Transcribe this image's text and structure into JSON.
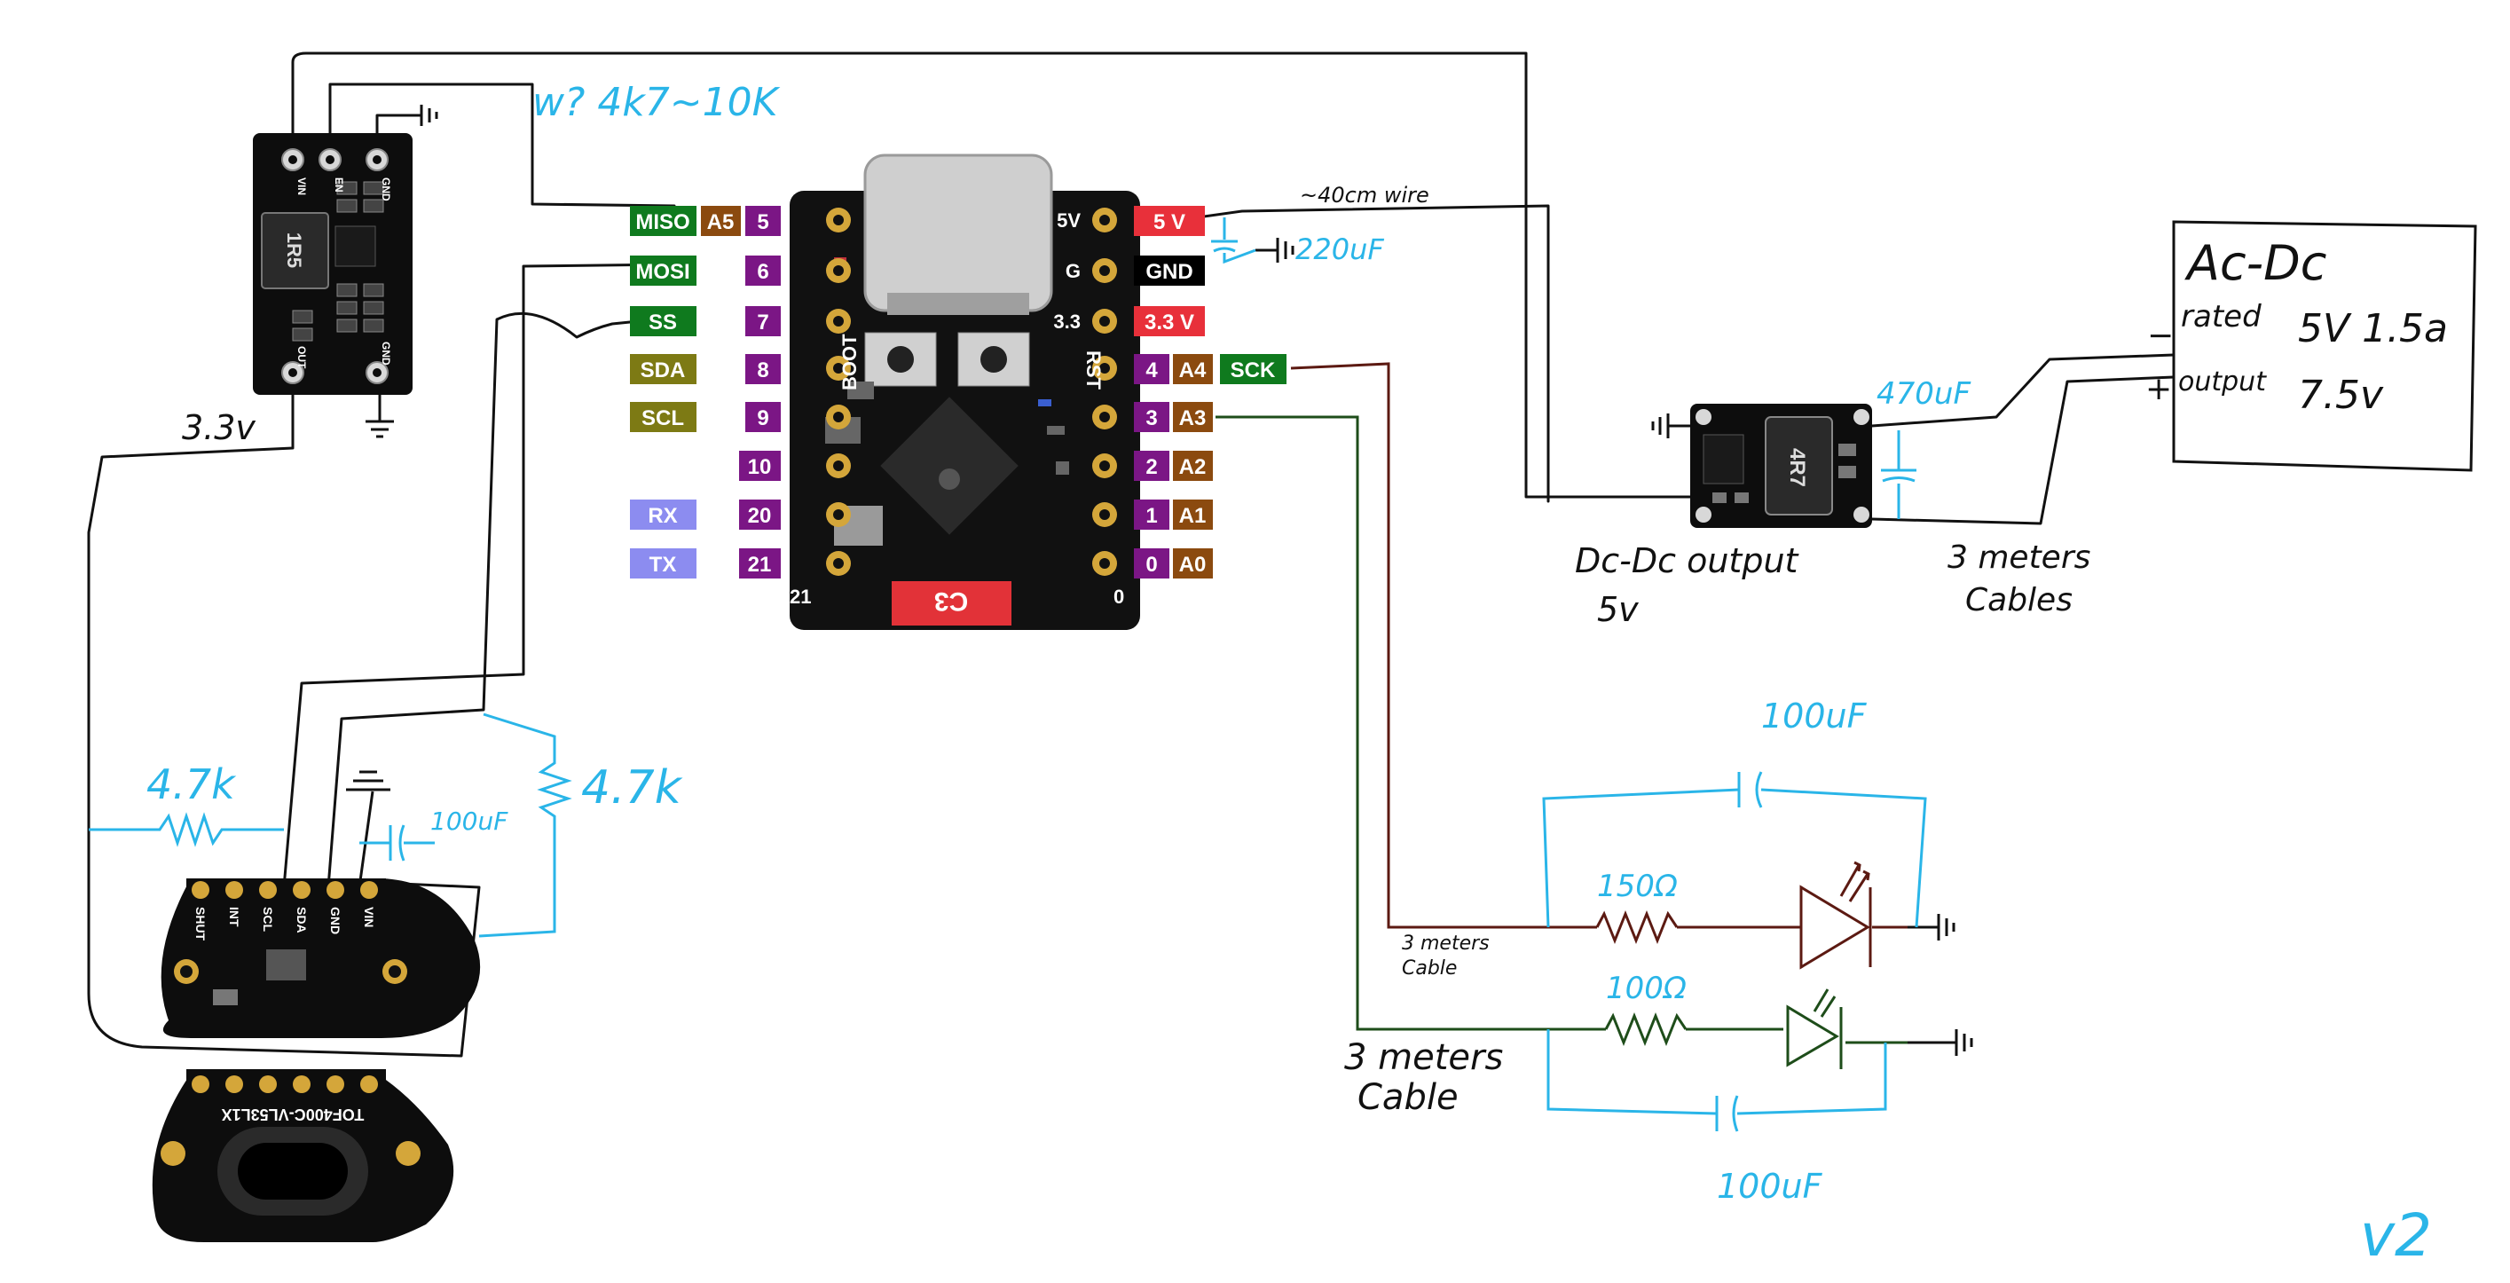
{
  "board": {
    "left_pins": [
      {
        "func": "MISO",
        "alt": "A5",
        "num": "5"
      },
      {
        "func": "MOSI",
        "alt": "",
        "num": "6"
      },
      {
        "func": "SS",
        "alt": "",
        "num": "7"
      },
      {
        "func": "SDA",
        "alt": "",
        "num": "8"
      },
      {
        "func": "SCL",
        "alt": "",
        "num": "9"
      },
      {
        "func": "",
        "alt": "",
        "num": "10"
      },
      {
        "func": "RX",
        "alt": "",
        "num": "20"
      },
      {
        "func": "TX",
        "alt": "",
        "num": "21"
      }
    ],
    "right_pins": [
      {
        "silk": "5V",
        "label": "5 V",
        "alt": ""
      },
      {
        "silk": "G",
        "label": "GND",
        "alt": ""
      },
      {
        "silk": "3.3",
        "label": "3.3 V",
        "alt": ""
      },
      {
        "silk": "RST",
        "label": "4",
        "alt": "A4",
        "func": "SCK"
      },
      {
        "silk": "",
        "label": "3",
        "alt": "A3"
      },
      {
        "silk": "",
        "label": "2",
        "alt": "A2"
      },
      {
        "silk": "",
        "label": "1",
        "alt": "A1"
      },
      {
        "silk": "",
        "label": "0",
        "alt": "A0"
      }
    ],
    "silk_boot": "BOOT",
    "silk_21": "21",
    "silk_0": "0",
    "badge": "C3"
  },
  "regulator_3v3": {
    "inductor": "1R5",
    "pins_top": [
      "VIN",
      "EN",
      "GND"
    ],
    "pins_bottom": [
      "OUT",
      "GND"
    ]
  },
  "dcdc": {
    "inductor": "4R7"
  },
  "tof": {
    "pins": [
      "SHUT",
      "INT",
      "SCL",
      "SDA",
      "GND",
      "VIN"
    ],
    "module_text": "TOF400C-VL53L1X"
  },
  "annotations": {
    "pullup_note": "w? 4k7~10K",
    "wire_40cm": "~40cm wire",
    "cap_220": "220uF",
    "v33": "3.3v",
    "cap_470": "470uF",
    "dcdc_label": "Dc-Dc output",
    "dcdc_volt": "5v",
    "three_m_cables": "3 meters",
    "three_m_cables2": "Cables",
    "acdc_title": "Ac-Dc",
    "acdc_rated": "rated",
    "acdc_rated_val": "5V 1.5a",
    "acdc_output": "output",
    "acdc_output_val": "7.5v",
    "acdc_minus": "−",
    "acdc_plus": "+",
    "r_47_left": "4.7k",
    "r_47_right": "4.7k",
    "cap_100_tof": "100uF",
    "cap_100_top": "100uF",
    "r_150": "150Ω",
    "r_100": "100Ω",
    "cap_100_bottom": "100uF",
    "cable_small_1": "3 meters",
    "cable_small_2": "Cable",
    "cable_big_1": "3 meters",
    "cable_big_2": "Cable",
    "version": "v2"
  },
  "colors": {
    "purple": "#7B1685",
    "brown": "#8B4A0F",
    "green": "#0F7A1E",
    "olive": "#7D7A14",
    "lavender": "#8C8CF0",
    "red": "#E8303A",
    "annotation_blue": "#2AB5E8",
    "wire_black": "#111111",
    "wire_brown": "#5C1A12",
    "wire_green": "#1E4D1A"
  }
}
